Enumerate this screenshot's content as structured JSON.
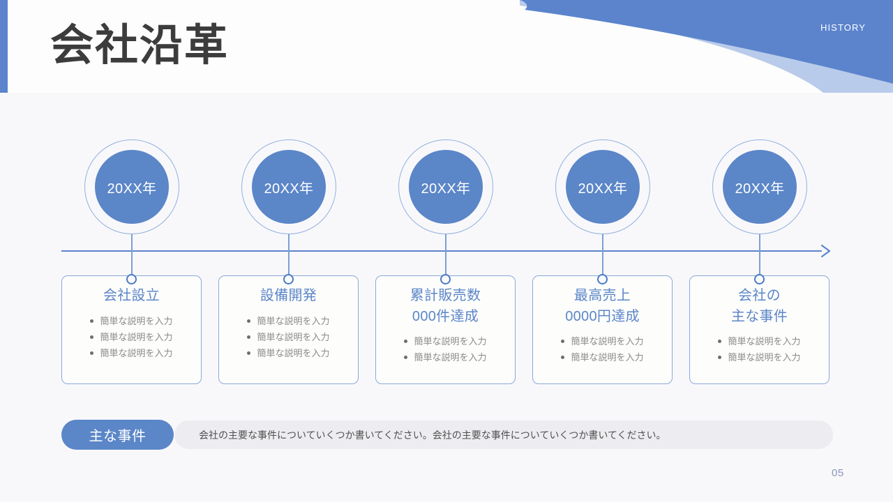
{
  "header": {
    "title": "会社沿革",
    "eyebrow": "HISTORY",
    "accent_color": "#5b84cc",
    "curve_color_dark": "#5b84cc",
    "curve_color_light": "#b9cbeb"
  },
  "timeline": {
    "axis_color": "#5b84cc",
    "node_fill": "#5b86c8",
    "node_ring_color": "#93b0dd",
    "nodes": [
      {
        "year": "20XX年"
      },
      {
        "year": "20XX年"
      },
      {
        "year": "20XX年"
      },
      {
        "year": "20XX年"
      },
      {
        "year": "20XX年"
      }
    ]
  },
  "cards": [
    {
      "title": "会社設立",
      "bullets": [
        "簡単な説明を入力",
        "簡単な説明を入力",
        "簡単な説明を入力"
      ]
    },
    {
      "title": "設備開発",
      "bullets": [
        "簡単な説明を入力",
        "簡単な説明を入力",
        "簡単な説明を入力"
      ]
    },
    {
      "title": "累計販売数\n000件達成",
      "bullets": [
        "簡単な説明を入力",
        "簡単な説明を入力"
      ]
    },
    {
      "title": "最高売上\n0000円達成",
      "bullets": [
        "簡単な説明を入力",
        "簡単な説明を入力"
      ]
    },
    {
      "title": "会社の\n主な事件",
      "bullets": [
        "簡単な説明を入力",
        "簡単な説明を入力"
      ]
    }
  ],
  "footer": {
    "pill_label": "主な事件",
    "note": "会社の主要な事件についていくつか書いてください。会社の主要な事件についていくつか書いてください。",
    "pill_color": "#5b86c8",
    "note_bg_color": "#ededf1"
  },
  "page_number": "05"
}
